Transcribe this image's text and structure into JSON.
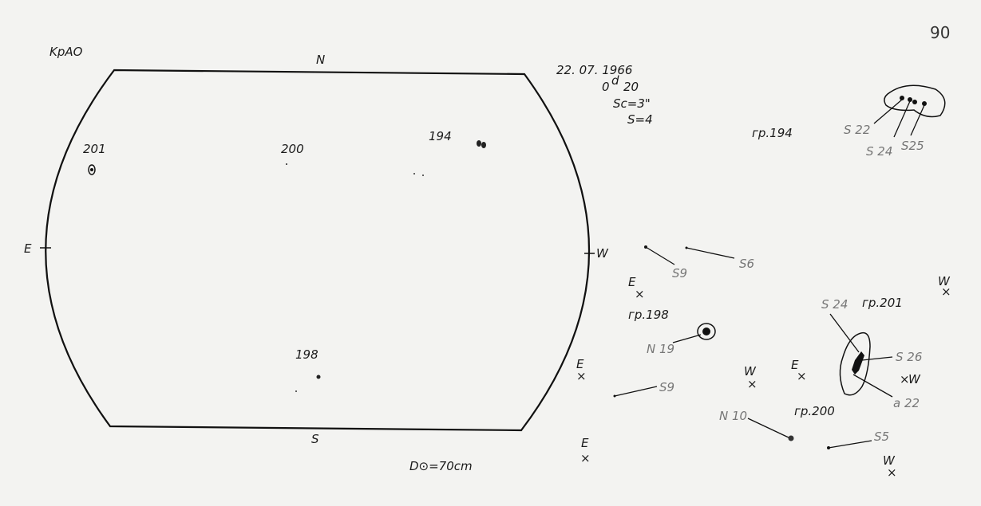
{
  "page_number": "90",
  "observatory": "KpAO",
  "header": {
    "date": "22. 07. 1966",
    "time_sup": "d",
    "time_pre": "0",
    "time_post": "20",
    "seeing": "Sc=3\"",
    "scale": "S=4"
  },
  "disk": {
    "north": "N",
    "south": "S",
    "east": "E",
    "west": "W",
    "diameter": "D⊙=70cm"
  },
  "disk_groups": [
    "201",
    "200",
    "194",
    "198"
  ],
  "groups": {
    "g194": {
      "label": "гр.194",
      "spots": [
        "S 22",
        "S 24",
        "S25"
      ]
    },
    "g198": {
      "label": "гр.198",
      "spots": [
        "N 19"
      ],
      "e": "E",
      "w": "W"
    },
    "g201": {
      "label": "гр.201",
      "spots": [
        "S 24",
        "S 26",
        "a 22"
      ],
      "e": "E",
      "w": "W"
    },
    "g200": {
      "label": "гр.200",
      "spots": [
        "N 10",
        "S5"
      ],
      "e": "E",
      "w": "W"
    },
    "g_other": {
      "spots": [
        "S9",
        "S6",
        "S9"
      ],
      "e": "E",
      "w": "W"
    }
  }
}
